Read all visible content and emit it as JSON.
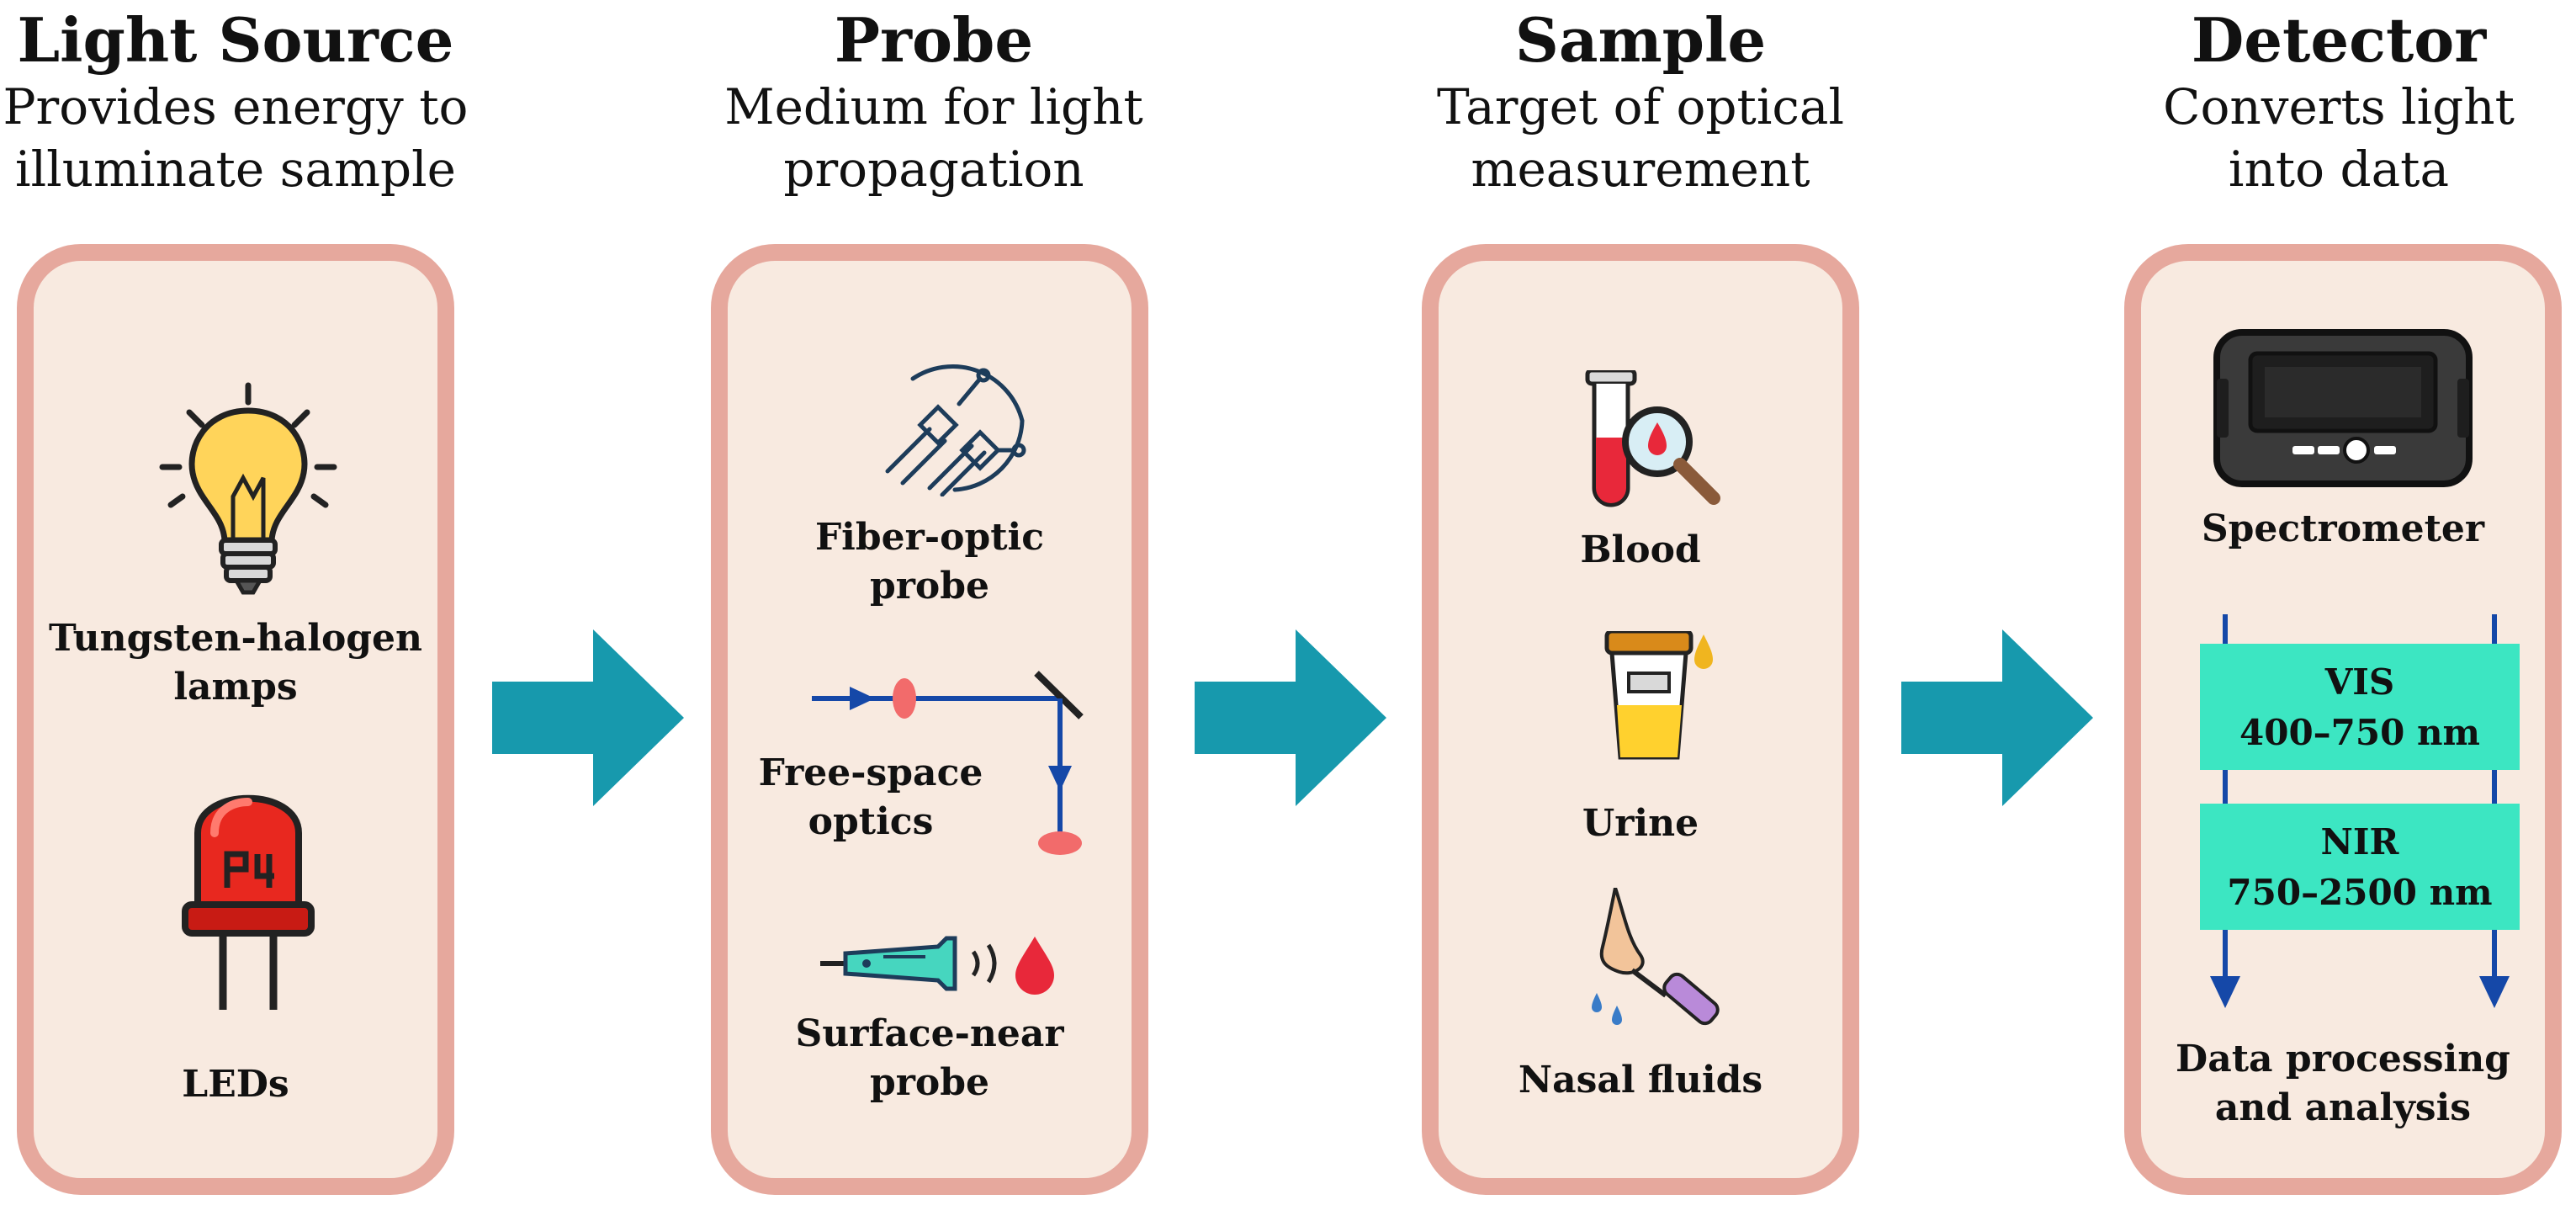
{
  "stages": [
    {
      "title": "Light Source",
      "description_line1": "Provides energy to",
      "description_line2": "illuminate sample",
      "items": [
        {
          "label_line1": "Tungsten-halogen",
          "label_line2": "lamps",
          "icon": "light-bulb-icon"
        },
        {
          "label_line1": "LEDs",
          "label_line2": "",
          "icon": "led-icon"
        }
      ]
    },
    {
      "title": "Probe",
      "description_line1": "Medium for light",
      "description_line2": "propagation",
      "items": [
        {
          "label_line1": "Fiber-optic",
          "label_line2": "probe",
          "icon": "fiber-optic-icon"
        },
        {
          "label_line1": "Free-space",
          "label_line2": "optics",
          "icon": "free-space-optics-icon"
        },
        {
          "label_line1": "Surface-near",
          "label_line2": "probe",
          "icon": "surface-probe-icon"
        }
      ]
    },
    {
      "title": "Sample",
      "description_line1": "Target of optical",
      "description_line2": "measurement",
      "items": [
        {
          "label_line1": "Blood",
          "icon": "blood-test-tube-icon"
        },
        {
          "label_line1": "Urine",
          "icon": "urine-cup-icon"
        },
        {
          "label_line1": "Nasal fluids",
          "icon": "nasal-spray-icon"
        }
      ]
    },
    {
      "title": "Detector",
      "description_line1": "Converts light",
      "description_line2": "into data",
      "spectrometer_label": "Spectrometer",
      "bands": [
        {
          "name": "VIS",
          "range": "400–750 nm"
        },
        {
          "name": "NIR",
          "range": "750–2500 nm"
        }
      ],
      "output_line1": "Data processing",
      "output_line2": "and analysis"
    }
  ],
  "colors": {
    "panel_border": "#e6a89d",
    "panel_fill": "#f8eae0",
    "flow_arrow": "#1799ad",
    "band_fill": "#3ce6c2",
    "line_blue": "#1548a8"
  }
}
